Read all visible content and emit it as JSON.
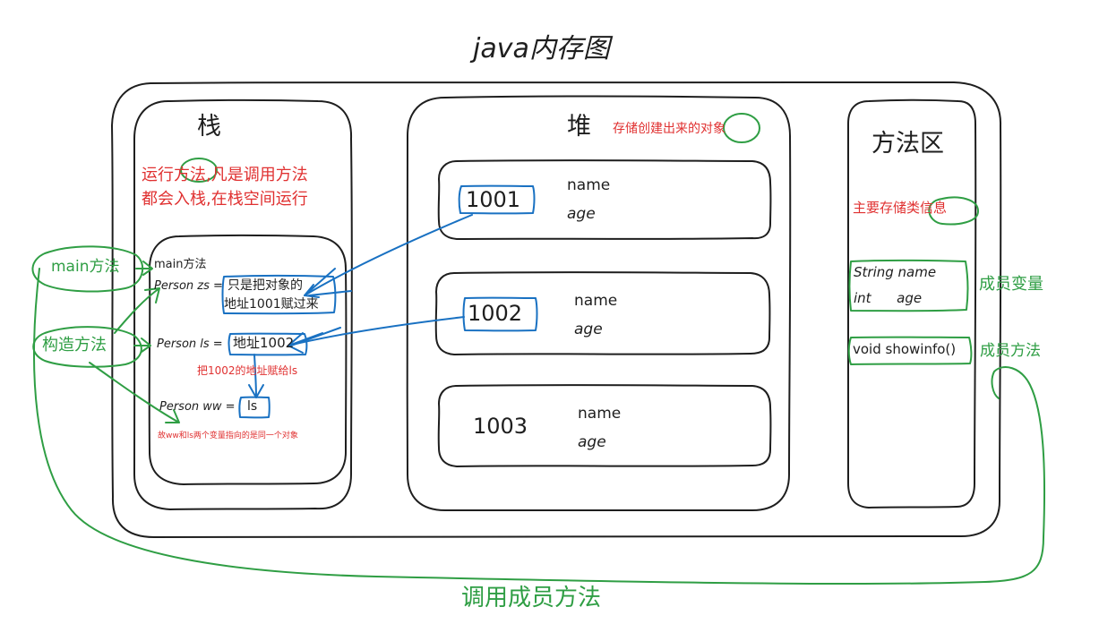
{
  "title": "java内存图",
  "stack": {
    "title": "栈",
    "desc_line1": "运行方法,凡是调用方法",
    "desc_line2": "都会入栈,在栈空间运行",
    "frame": {
      "title": "main方法",
      "line_zs": "Person zs =",
      "zs_value_line1": "只是把对象的",
      "zs_value_line2": "地址1001赋过来",
      "line_ls": "Person ls =",
      "ls_value": "地址1002",
      "note_ls": "把1002的地址赋给ls",
      "line_ww": "Person ww =",
      "ww_value": "ls",
      "note_ww": "故ww和ls两个变量指向的是同一个对象"
    }
  },
  "heap": {
    "title": "堆",
    "desc": "存储创建出来的对象",
    "objects": [
      {
        "id": "1001",
        "field1": "name",
        "field2": "age"
      },
      {
        "id": "1002",
        "field1": "name",
        "field2": "age"
      },
      {
        "id": "1003",
        "field1": "name",
        "field2": "age"
      }
    ]
  },
  "method_area": {
    "title": "方法区",
    "desc": "主要存储类信息",
    "field_line1": "String name",
    "field_line2": "int      age",
    "fields_label": "成员变量",
    "method": "void showinfo()",
    "method_label": "成员方法"
  },
  "labels": {
    "main_method": "main方法",
    "constructor": "构造方法",
    "call_member_method": "调用成员方法"
  },
  "colors": {
    "ink": "#1e1e1e",
    "red": "#e03131",
    "green": "#2f9e44",
    "blue": "#1971c2"
  }
}
